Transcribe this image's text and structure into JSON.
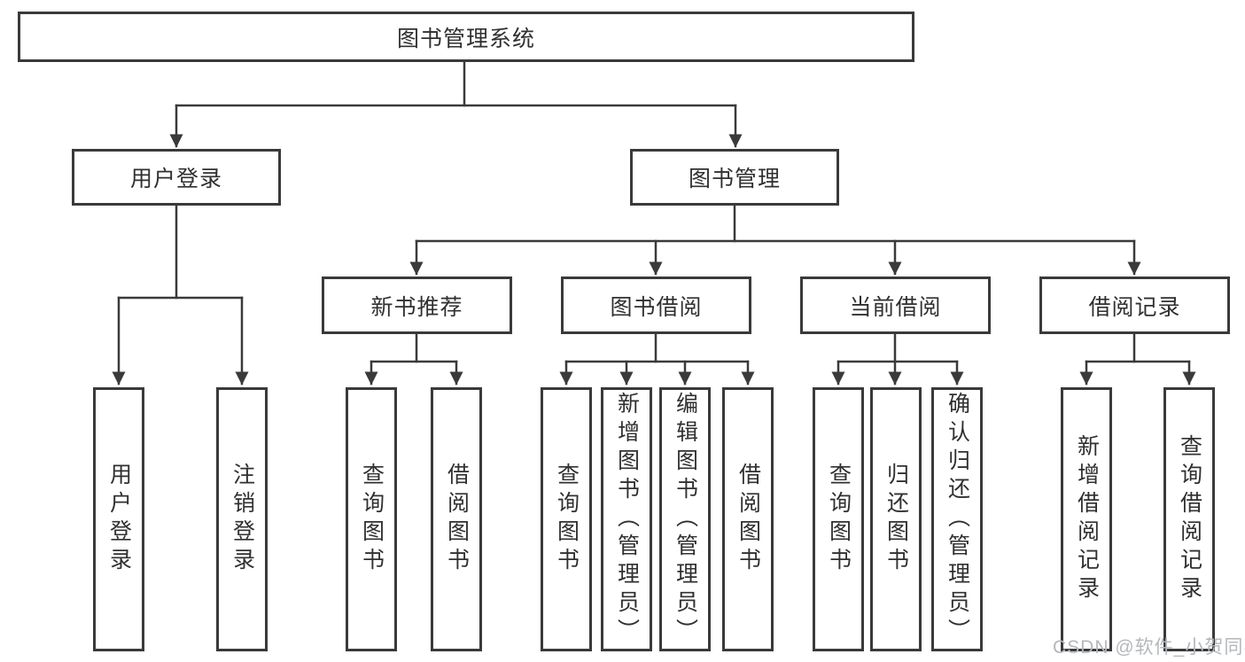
{
  "colors": {
    "line": "#3a3a3a",
    "text": "#303030",
    "background": "#ffffff",
    "watermark": "#b4b7bc"
  },
  "watermark": {
    "text": "CSDN @软件_小贺同学"
  },
  "tree": {
    "root": {
      "label": "图书管理系统"
    },
    "level2": [
      {
        "label": "用户登录"
      },
      {
        "label": "图书管理"
      }
    ],
    "level3": [
      {
        "label": "新书推荐"
      },
      {
        "label": "图书借阅"
      },
      {
        "label": "当前借阅"
      },
      {
        "label": "借阅记录"
      }
    ],
    "leaf_groups": [
      {
        "parent": "用户登录",
        "items": [
          "用户登录",
          "注销登录"
        ]
      },
      {
        "parent": "新书推荐",
        "items": [
          "查询图书",
          "借阅图书"
        ]
      },
      {
        "parent": "图书借阅",
        "items": [
          "查询图书",
          "新增图书（管理员）",
          "编辑图书（管理员）",
          "借阅图书"
        ]
      },
      {
        "parent": "当前借阅",
        "items": [
          "查询图书",
          "归还图书",
          "确认归还（管理员）"
        ]
      },
      {
        "parent": "借阅记录",
        "items": [
          "新增借阅记录",
          "查询借阅记录"
        ]
      }
    ]
  }
}
